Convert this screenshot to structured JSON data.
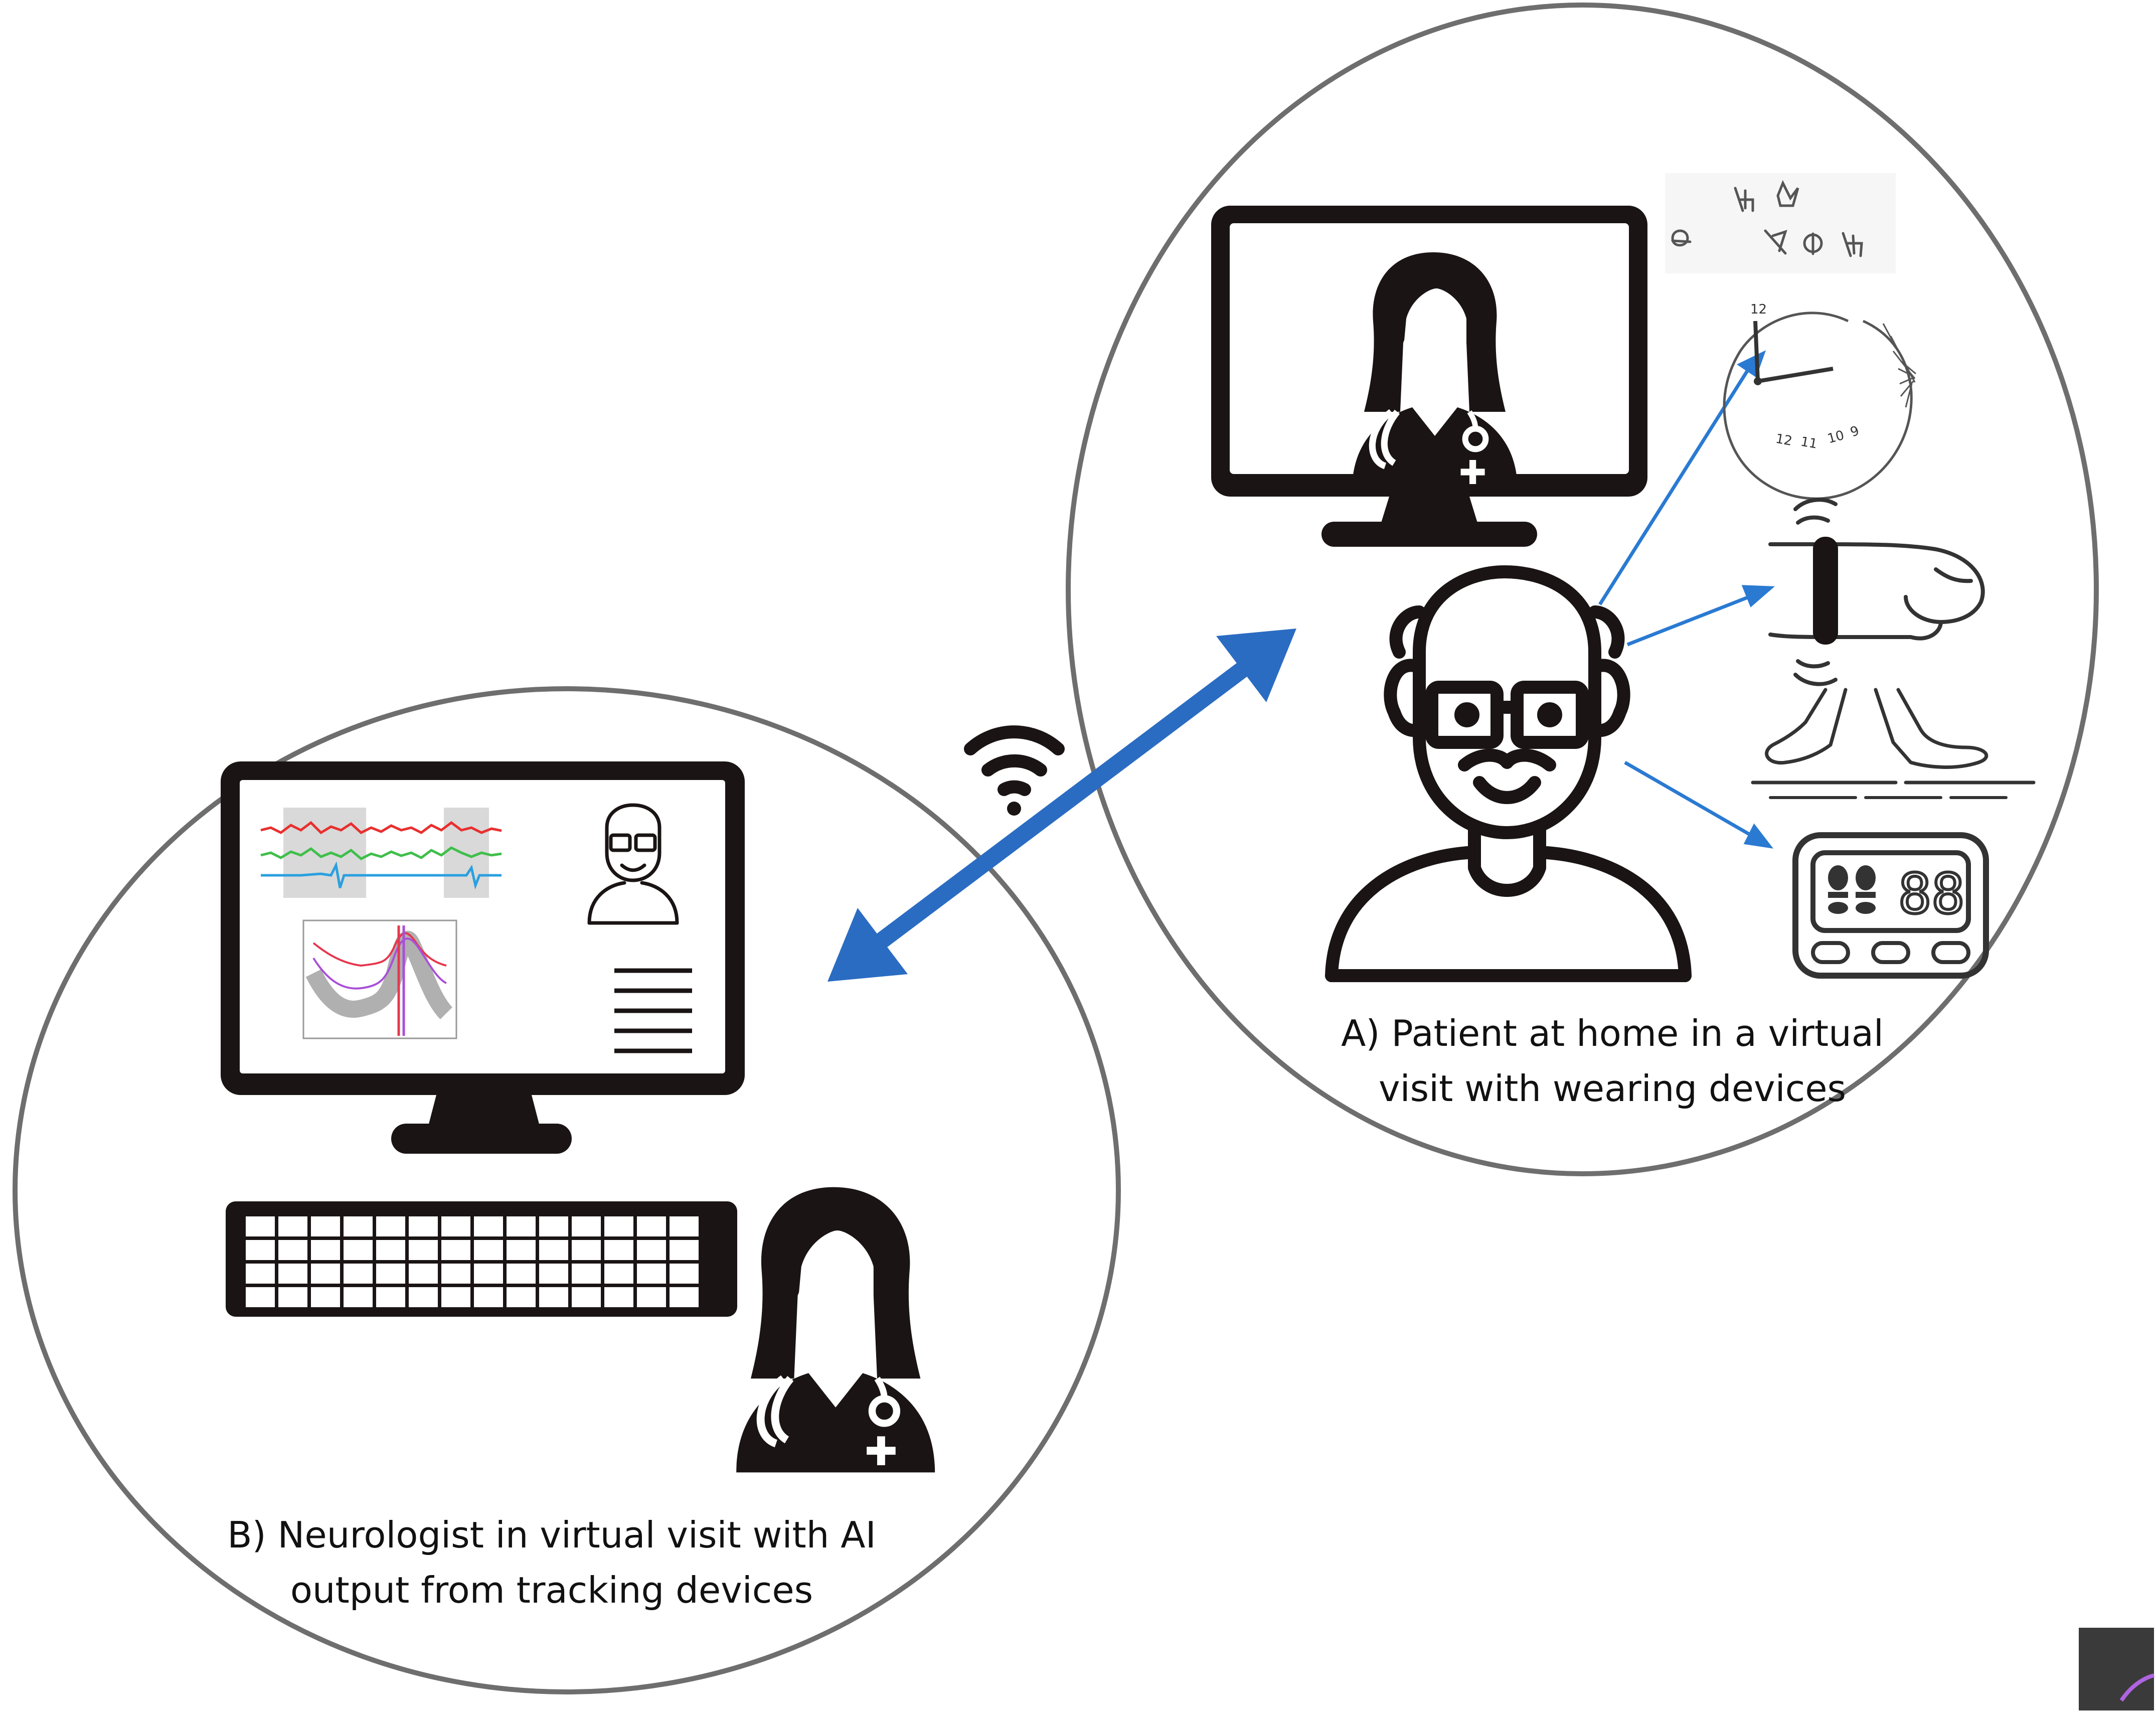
{
  "panel_a": {
    "label_line1": "A) Patient at home in a virtual",
    "label_line2": "visit with wearing devices"
  },
  "panel_b": {
    "label_line1": "B) Neurologist in virtual visit with AI",
    "label_line2": "output from tracking devices"
  },
  "clock": {
    "numbers": [
      "12",
      "12",
      "11",
      "10",
      "9"
    ]
  },
  "pedometer": {
    "display": "88"
  },
  "colors": {
    "arrow_main": "#2a6cc2",
    "arrow_small": "#2a7ad2",
    "ink": "#1a1414",
    "circle_outline": "#6e6e6e",
    "signal_red": "#e8302f",
    "signal_green": "#3fbf4a",
    "signal_blue": "#2aa0df",
    "plot_purple": "#a94fd8",
    "plot_red": "#e5384f"
  },
  "icons": [
    "patient-icon",
    "doctor-icon",
    "monitor-icon",
    "desktop-computer-icon",
    "keyboard-icon",
    "wifi-icon",
    "clock-drawing-icon",
    "handwriting-symbols-icon",
    "wristband-icon",
    "walking-feet-icon",
    "pedometer-icon"
  ]
}
